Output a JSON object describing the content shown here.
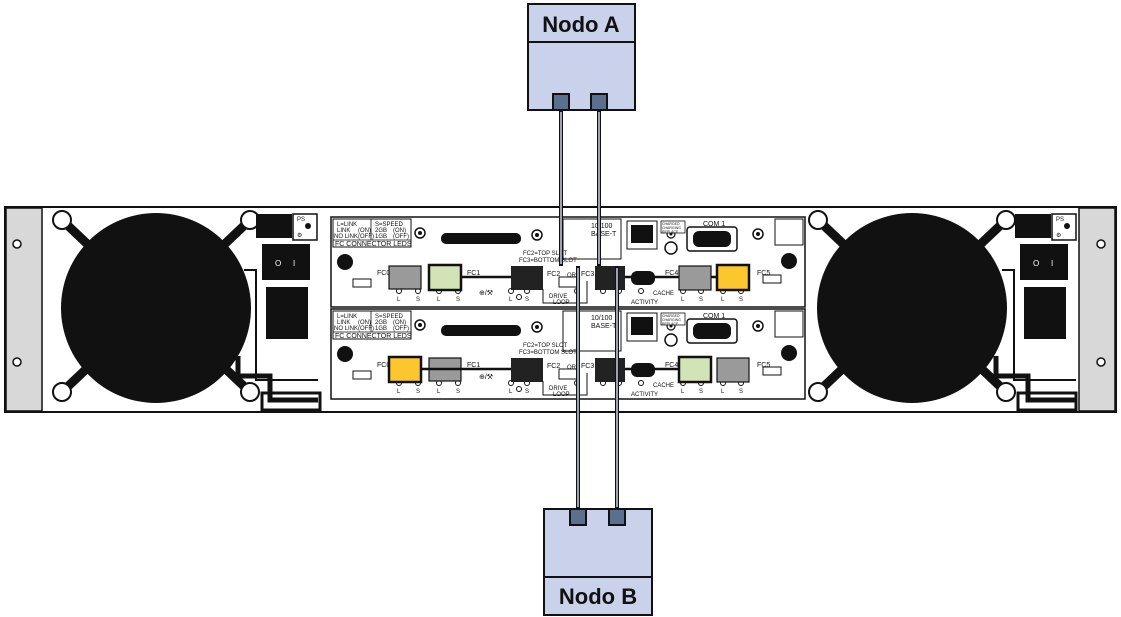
{
  "node_a": {
    "label": "Nodo A"
  },
  "node_b": {
    "label": "Nodo B"
  },
  "controllers": [
    {
      "led_legend": {
        "link": "L=LINK",
        "link_on": "LINK",
        "on": "(ON)",
        "nolink": "NO LINK",
        "off": "(OFF)",
        "speed": "S=SPEED",
        "speed2": "2GB",
        "on2": "(ON)",
        "speed1": "1GB",
        "off2": "(OFF)",
        "title": "FC CONNECTOR LEDS"
      },
      "slot_note_1": "FC2=TOP SLOT",
      "slot_note_2": "FC3=BOTTOM SLOT",
      "ethernet_1": "10/100",
      "ethernet_2": "BASE-T",
      "com": "COM 1",
      "ports": {
        "fc0": "FC0",
        "fc1": "FC1",
        "fc2": "FC2",
        "or": "OR",
        "fc3": "FC3",
        "fc4": "FC4",
        "fc5": "FC5"
      },
      "drive_loop_1": "DRIVE",
      "drive_loop_2": "LOOP",
      "cache": "CACHE",
      "activity": "ACTIVITY",
      "l": "L",
      "s": "S",
      "status": {
        "s1": "CHARGED",
        "s2": "CHARGING",
        "s3": "REPLACE"
      }
    },
    {
      "led_legend": {
        "link": "L=LINK",
        "link_on": "LINK",
        "on": "(ON)",
        "nolink": "NO LINK",
        "off": "(OFF)",
        "speed": "S=SPEED",
        "speed2": "2GB",
        "on2": "(ON)",
        "speed1": "1GB",
        "off2": "(OFF)",
        "title": "FC CONNECTOR LEDS"
      },
      "slot_note_1": "FC2=TOP SLOT",
      "slot_note_2": "FC3=BOTTOM SLOT",
      "ethernet_1": "10/100",
      "ethernet_2": "BASE-T",
      "com": "COM 1",
      "ports": {
        "fc0": "FC0",
        "fc1": "FC1",
        "fc2": "FC2",
        "or": "OR",
        "fc3": "FC3",
        "fc4": "FC4",
        "fc5": "FC5"
      },
      "drive_loop_1": "DRIVE",
      "drive_loop_2": "LOOP",
      "cache": "CACHE",
      "activity": "ACTIVITY",
      "l": "L",
      "s": "S",
      "status": {
        "s1": "CHARGED",
        "s2": "CHARGING",
        "s3": "REPLACE"
      }
    }
  ],
  "psu": {
    "left_label": "PS",
    "right_label": "PS",
    "switch_off": "O",
    "switch_on": "I"
  },
  "colors": {
    "node_fill": "#c9d2ea",
    "port_fill": "#5b6f8e",
    "sfp_gray": "#9a9a9a",
    "sfp_green": "#d2e3b8",
    "sfp_yellow": "#fcc62f",
    "chassis_ear": "#d8d8d8"
  }
}
